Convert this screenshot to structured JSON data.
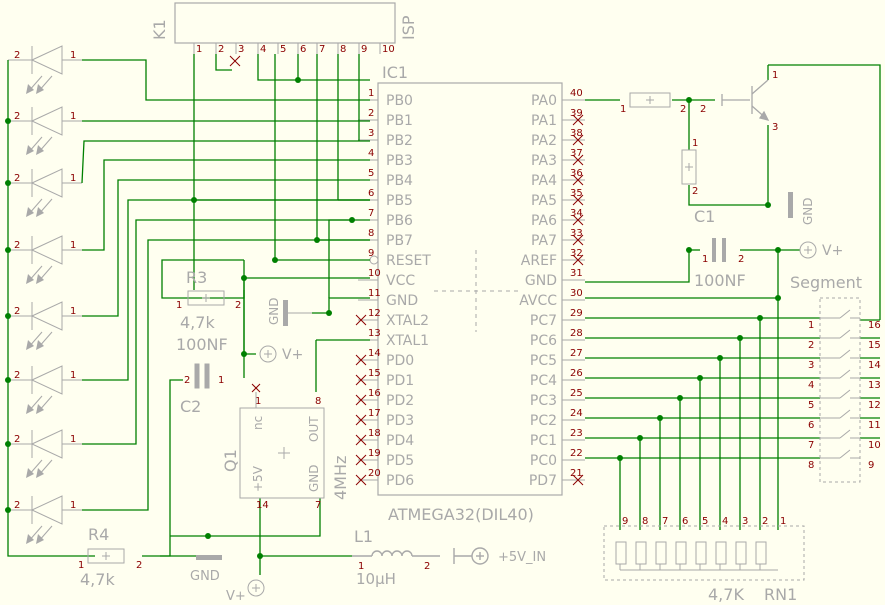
{
  "colors": {
    "background": "#fffff0",
    "wire": "#008000",
    "part": "#a9a9a9",
    "pin_text": "#8b0000",
    "nc": "#8b0000"
  },
  "isp": {
    "ref": "K1",
    "name": "ISP",
    "pins": [
      "1",
      "2",
      "3",
      "4",
      "5",
      "6",
      "7",
      "8",
      "9",
      "10"
    ]
  },
  "ic": {
    "ref": "IC1",
    "value": "ATMEGA32(DIL40)",
    "left_pins": [
      {
        "num": "1",
        "name": "PB0"
      },
      {
        "num": "2",
        "name": "PB1"
      },
      {
        "num": "3",
        "name": "PB2"
      },
      {
        "num": "4",
        "name": "PB3"
      },
      {
        "num": "5",
        "name": "PB4"
      },
      {
        "num": "6",
        "name": "PB5"
      },
      {
        "num": "7",
        "name": "PB6"
      },
      {
        "num": "8",
        "name": "PB7"
      },
      {
        "num": "9",
        "name": "RESET"
      },
      {
        "num": "10",
        "name": "VCC"
      },
      {
        "num": "11",
        "name": "GND"
      },
      {
        "num": "12",
        "name": "XTAL2"
      },
      {
        "num": "13",
        "name": "XTAL1"
      },
      {
        "num": "14",
        "name": "PD0"
      },
      {
        "num": "15",
        "name": "PD1"
      },
      {
        "num": "16",
        "name": "PD2"
      },
      {
        "num": "17",
        "name": "PD3"
      },
      {
        "num": "18",
        "name": "PD4"
      },
      {
        "num": "19",
        "name": "PD5"
      },
      {
        "num": "20",
        "name": "PD6"
      }
    ],
    "right_pins": [
      {
        "num": "40",
        "name": "PA0"
      },
      {
        "num": "39",
        "name": "PA1"
      },
      {
        "num": "38",
        "name": "PA2"
      },
      {
        "num": "37",
        "name": "PA3"
      },
      {
        "num": "36",
        "name": "PA4"
      },
      {
        "num": "35",
        "name": "PA5"
      },
      {
        "num": "34",
        "name": "PA6"
      },
      {
        "num": "33",
        "name": "PA7"
      },
      {
        "num": "32",
        "name": "AREF"
      },
      {
        "num": "31",
        "name": "GND"
      },
      {
        "num": "30",
        "name": "AVCC"
      },
      {
        "num": "29",
        "name": "PC7"
      },
      {
        "num": "28",
        "name": "PC6"
      },
      {
        "num": "27",
        "name": "PC5"
      },
      {
        "num": "26",
        "name": "PC4"
      },
      {
        "num": "25",
        "name": "PC3"
      },
      {
        "num": "24",
        "name": "PC2"
      },
      {
        "num": "23",
        "name": "PC1"
      },
      {
        "num": "22",
        "name": "PC0"
      },
      {
        "num": "21",
        "name": "PD7"
      }
    ]
  },
  "leds": {
    "pin_a": "2",
    "pin_b": "1"
  },
  "r3": {
    "ref": "R3",
    "value": "4,7k",
    "pin1": "1",
    "pin2": "2"
  },
  "r4": {
    "ref": "R4",
    "value": "4,7k",
    "pin1": "1",
    "pin2": "2"
  },
  "c2": {
    "ref": "C2",
    "value": "100NF",
    "pin1": "1",
    "pin2": "2"
  },
  "c1": {
    "ref": "C1",
    "value": "100NF",
    "pin1": "1",
    "pin2": "2"
  },
  "q1": {
    "ref": "Q1",
    "value": "4MHz",
    "nc": "nc",
    "vcc": "+5V",
    "gnd": "GND",
    "out": "OUT",
    "pin1": "1",
    "pin8": "8",
    "pin14": "14",
    "pin7": "7"
  },
  "l1": {
    "ref": "L1",
    "value": "10µH",
    "pin1": "1",
    "pin2": "2"
  },
  "supply": {
    "vplus": "V+",
    "in": "+5V_IN",
    "gnd": "GND"
  },
  "transistor": {
    "pin1": "1",
    "pin2": "2",
    "pin3": "3"
  },
  "top_res": {
    "pin1": "1",
    "pin2": "2"
  },
  "segment": {
    "label": "Segment",
    "left": [
      "1",
      "2",
      "3",
      "4",
      "5",
      "6",
      "7",
      "8"
    ],
    "right": [
      "16",
      "15",
      "14",
      "13",
      "12",
      "11",
      "10",
      "9"
    ]
  },
  "rn1": {
    "ref": "RN1",
    "value": "4,7K",
    "pins": [
      "9",
      "8",
      "7",
      "6",
      "5",
      "4",
      "3",
      "2",
      "1"
    ]
  }
}
